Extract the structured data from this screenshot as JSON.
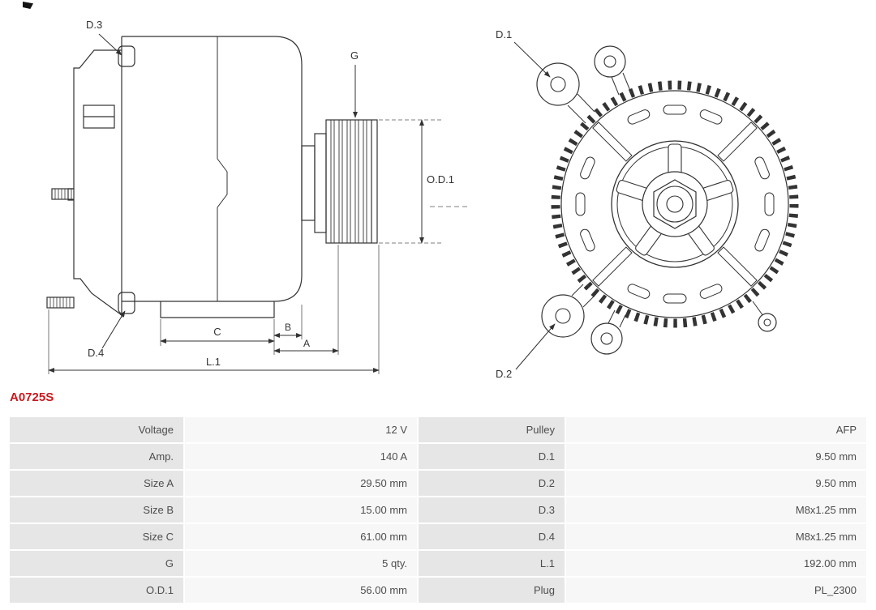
{
  "accent_color": "#c8191e",
  "part_number": "A0725S",
  "diagram": {
    "side_view": {
      "d3": "D.3",
      "d4": "D.4",
      "g": "G",
      "od1": "O.D.1",
      "b": "B",
      "c": "C",
      "a": "A",
      "l1": "L.1"
    },
    "front_view": {
      "d1": "D.1",
      "d2": "D.2"
    }
  },
  "spec_table": {
    "rows": [
      {
        "label_left": "Voltage",
        "value_left": "12 V",
        "label_right": "Pulley",
        "value_right": "AFP"
      },
      {
        "label_left": "Amp.",
        "value_left": "140 A",
        "label_right": "D.1",
        "value_right": "9.50 mm"
      },
      {
        "label_left": "Size A",
        "value_left": "29.50 mm",
        "label_right": "D.2",
        "value_right": "9.50 mm"
      },
      {
        "label_left": "Size B",
        "value_left": "15.00 mm",
        "label_right": "D.3",
        "value_right": "M8x1.25 mm"
      },
      {
        "label_left": "Size C",
        "value_left": "61.00 mm",
        "label_right": "D.4",
        "value_right": "M8x1.25 mm"
      },
      {
        "label_left": "G",
        "value_left": "5 qty.",
        "label_right": "L.1",
        "value_right": "192.00 mm"
      },
      {
        "label_left": "O.D.1",
        "value_left": "56.00 mm",
        "label_right": "Plug",
        "value_right": "PL_2300"
      }
    ]
  }
}
